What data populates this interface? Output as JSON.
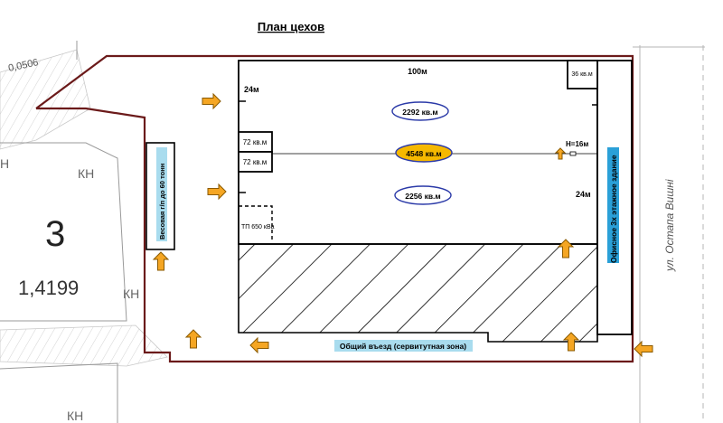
{
  "title": "План цехов",
  "dimensions": {
    "length_top": "100м",
    "width_left": "24м",
    "width_right": "24м",
    "height": "H=16м"
  },
  "areas": {
    "upper_hall": "2292 кв.м",
    "total": "4548 кв.м",
    "lower_hall": "2256 кв.м",
    "small_room_1": "72 кв.м",
    "small_room_2": "72 кв.м",
    "corner_room": "36 кв.м",
    "substation": "ТП 650 кВа"
  },
  "labels": {
    "weighbridge": "Весовая г/п до 60 тонн",
    "office_building": "Офисное 3х этажное здание",
    "entrance": "Общий въезд (сервитутная зона)",
    "street": "ул. Остапа Вишні"
  },
  "cadastre": {
    "parcel_number": "3",
    "parcel_area": "1,4199",
    "top_label": "0,0506",
    "kn_1": "КН",
    "kn_2": "КН",
    "kn_3": "КН",
    "kn_edge": "Н"
  },
  "colors": {
    "boundary": "#6b1a1a",
    "arrow_fill": "#f5a623",
    "arrow_stroke": "#8a5a00",
    "highlight_total": "#f5b800",
    "ellipse_stroke": "#2b3aa8",
    "office_fill": "#2aa0d8",
    "weighbridge_fill": "#a9dcee",
    "entrance_fill": "#a9dcee"
  }
}
